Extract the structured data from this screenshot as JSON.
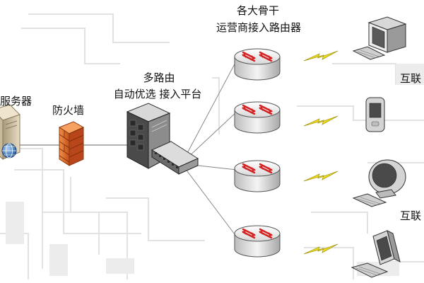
{
  "labels": {
    "backbone_line1": "各大骨干",
    "backbone_line2": "运营商接入路由器",
    "platform_line1": "多路由",
    "platform_line2": "自动优选 接入平台",
    "server": "服务器",
    "firewall": "防火墙",
    "internet_top": "互联",
    "internet_bottom": "互联"
  },
  "icons": {
    "server": "server-icon",
    "globe": "globe-icon",
    "firewall": "firewall-icon",
    "platform": "multi-route-server-icon",
    "switch": "switch-icon",
    "router": "router-icon",
    "lightning": "lightning-icon",
    "desktop": "desktop-computer-icon",
    "mobile": "mobile-device-icon"
  },
  "colors": {
    "router_arrow": "#d42020",
    "lightning": "#f2e020",
    "firewall": "#e86a26",
    "circuit": "#dcdcdc",
    "link": "#888888"
  }
}
